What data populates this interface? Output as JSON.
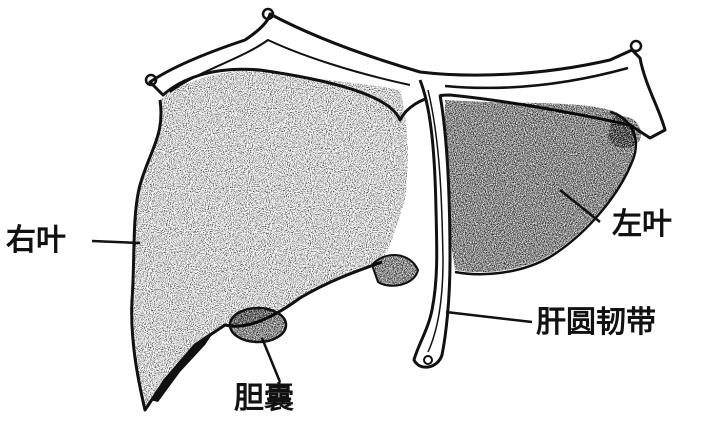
{
  "figure": {
    "labels": {
      "right_lobe": "右叶",
      "left_lobe": "左叶",
      "round_ligament": "肝圆韧带",
      "gallbladder": "胆囊"
    }
  }
}
